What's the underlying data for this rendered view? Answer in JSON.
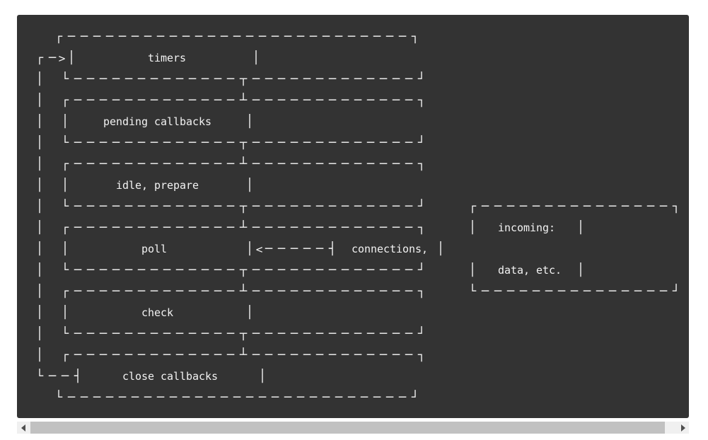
{
  "page": {
    "background": "#ffffff"
  },
  "code_block": {
    "background": "#333333",
    "text_color": "#f2f2f2",
    "diagram_lines": [
      "   ┌───────────────────────────┐",
      "┌─>│           timers          │",
      "│  └─────────────┬─────────────┘",
      "│  ┌─────────────┴─────────────┐",
      "│  │     pending callbacks     │",
      "│  └─────────────┬─────────────┘",
      "│  ┌─────────────┴─────────────┐",
      "│  │       idle, prepare       │",
      "│  └─────────────┬─────────────┘      ┌───────────────┐",
      "│  ┌─────────────┴─────────────┐      │   incoming:   │",
      "│  │           poll            │<─────┤  connections, │",
      "│  └─────────────┬─────────────┘      │   data, etc.  │",
      "│  ┌─────────────┴─────────────┐      └───────────────┘",
      "│  │           check           │",
      "│  └─────────────┬─────────────┘",
      "│  ┌─────────────┴─────────────┐",
      "└──┤      close callbacks      │",
      "   └───────────────────────────┘"
    ],
    "phases": [
      "timers",
      "pending callbacks",
      "idle, prepare",
      "poll",
      "check",
      "close callbacks"
    ],
    "side_box_lines": [
      "incoming:",
      "connections,",
      "data, etc."
    ]
  },
  "scrollbar": {
    "track_color": "#f0f0f0",
    "thumb_color": "#c1c1c1",
    "arrow_color": "#505050"
  }
}
